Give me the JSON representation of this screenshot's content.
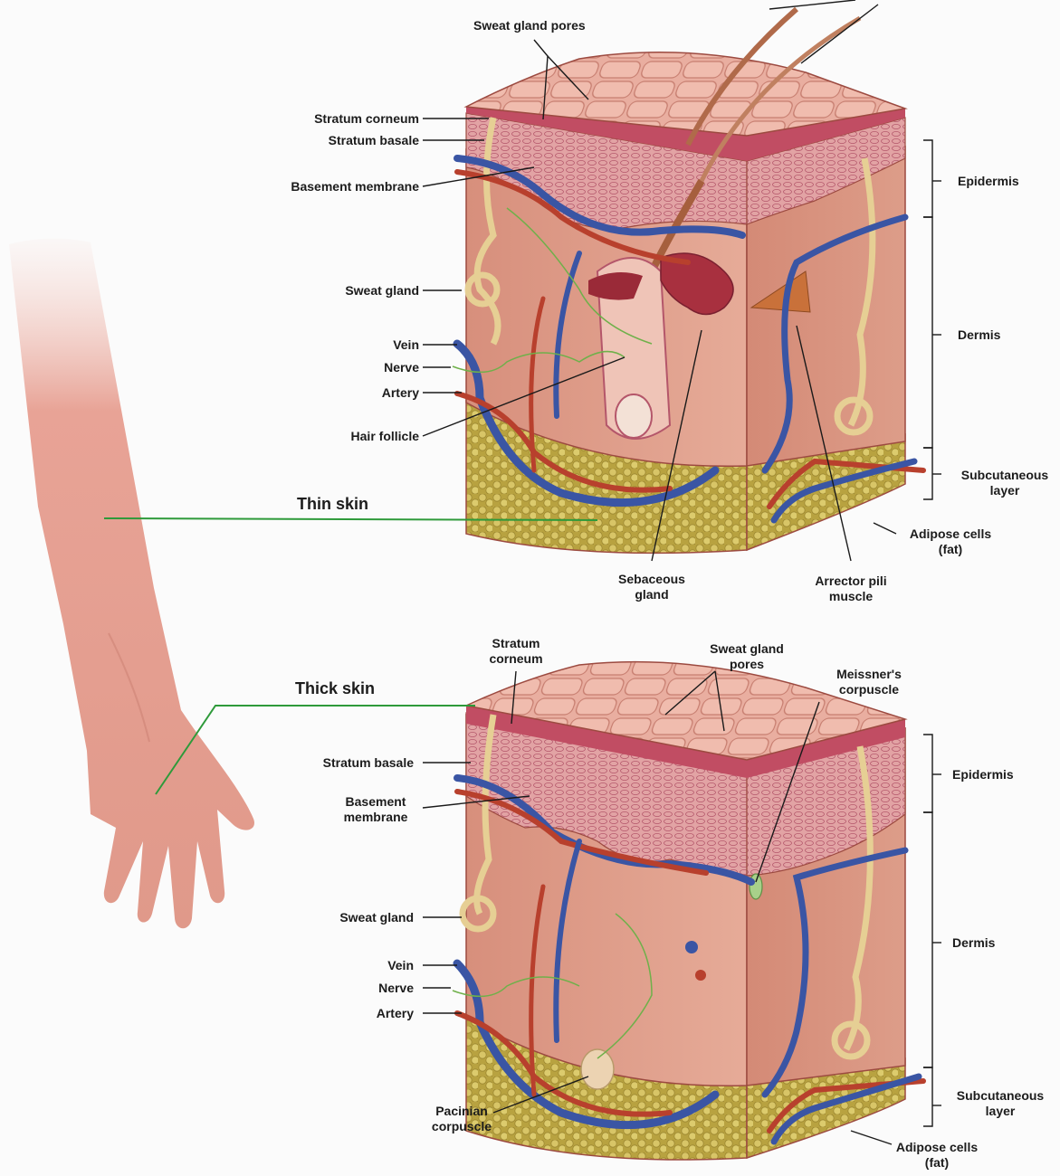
{
  "thin": {
    "title": "Thin skin",
    "sweat_gland_pores": "Sweat gland pores",
    "stratum_corneum": "Stratum corneum",
    "stratum_basale": "Stratum basale",
    "basement_membrane": "Basement membrane",
    "sweat_gland": "Sweat gland",
    "vein": "Vein",
    "nerve": "Nerve",
    "artery": "Artery",
    "hair_follicle": "Hair follicle",
    "sebaceous_gland": [
      "Sebaceous",
      "gland"
    ],
    "arrector_pili": [
      "Arrector pili",
      "muscle"
    ],
    "adipose": [
      "Adipose cells",
      "(fat)"
    ],
    "epidermis": "Epidermis",
    "dermis": "Dermis",
    "subcutaneous": [
      "Subcutaneous",
      "layer"
    ]
  },
  "thick": {
    "title": "Thick skin",
    "stratum_corneum": [
      "Stratum",
      "corneum"
    ],
    "sweat_gland_pores": [
      "Sweat gland",
      "pores"
    ],
    "meissner": [
      "Meissner's",
      "corpuscle"
    ],
    "stratum_basale": "Stratum basale",
    "basement_membrane": [
      "Basement",
      "membrane"
    ],
    "sweat_gland": "Sweat gland",
    "vein": "Vein",
    "nerve": "Nerve",
    "artery": "Artery",
    "pacinian": [
      "Pacinian",
      "corpuscle"
    ],
    "adipose": [
      "Adipose cells",
      "(fat)"
    ],
    "epidermis": "Epidermis",
    "dermis": "Dermis",
    "subcutaneous": [
      "Subcutaneous",
      "layer"
    ]
  },
  "colors": {
    "skin_surface": "#e8a79a",
    "epidermis": "#c9566a",
    "dermis": "#dc9a86",
    "fat": "#c9b24e",
    "vein": "#3a55a4",
    "artery": "#b8402d",
    "nerve": "#6fb04a",
    "sweat_gland": "#e6cf94",
    "leader_line_green": "#2e9a3a"
  }
}
